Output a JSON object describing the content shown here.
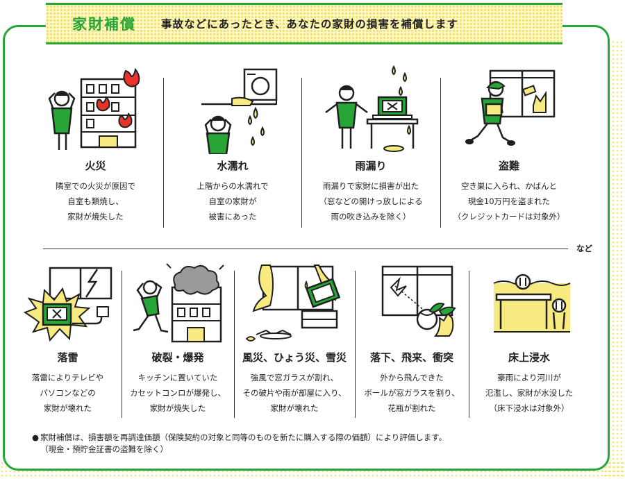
{
  "header": {
    "title": "家財補償",
    "subtitle": "事故などにあったとき、あなたの家財の損害を補償します"
  },
  "row1": [
    {
      "title": "火災",
      "desc": "隣室での火災が原因で\n自室も類焼し、\n家財が焼失した",
      "icon": "fire-building-icon"
    },
    {
      "title": "水濡れ",
      "desc": "上階からの水濡れで\n自室の家財が\n被害にあった",
      "icon": "water-leak-icon"
    },
    {
      "title": "雨漏り",
      "desc": "雨漏りで家財に損害が出た\n（窓などの開けっ放しによる\n雨の吹き込みを除く）",
      "icon": "rain-leak-icon"
    },
    {
      "title": "盗難",
      "desc": "空き巣に入られ、かばんと\n現金10万円を盗まれた\n（クレジットカードは対象外）",
      "icon": "burglar-icon"
    }
  ],
  "separator_note": "など",
  "row2": [
    {
      "title": "落雷",
      "desc": "落雷によりテレビや\nパソコンなどの\n家財が壊れた",
      "icon": "lightning-icon"
    },
    {
      "title": "破裂・爆発",
      "desc": "キッチンに置いていた\nカセットコンロが爆発し、\n家財が焼失した",
      "icon": "explosion-icon"
    },
    {
      "title": "風災、ひょう災、雪災",
      "desc": "強風で窓ガラスが割れ、\nその破片や雨が部屋に入り、\n家財が壊れた",
      "icon": "storm-window-icon"
    },
    {
      "title": "落下、飛来、衝突",
      "desc": "外から飛んできた\nボールが窓ガラスを割り、\n花瓶が割れた",
      "icon": "ball-window-icon"
    },
    {
      "title": "床上浸水",
      "desc": "豪雨により河川が\n氾濫し、家財が水没した\n（床下浸水は対象外）",
      "icon": "flood-icon"
    }
  ],
  "footnote": {
    "bullet": "●",
    "line1": "家財補償は、損害額を再調達価額（保険契約の対象と同等のものを新たに購入する際の価額）により評価します。",
    "line2": "（現金・預貯金証書の盗難を除く）"
  },
  "colors": {
    "green": "#27a537",
    "yellow": "#f7ea80",
    "red": "#e8332a",
    "ink": "#1f1f1f"
  }
}
